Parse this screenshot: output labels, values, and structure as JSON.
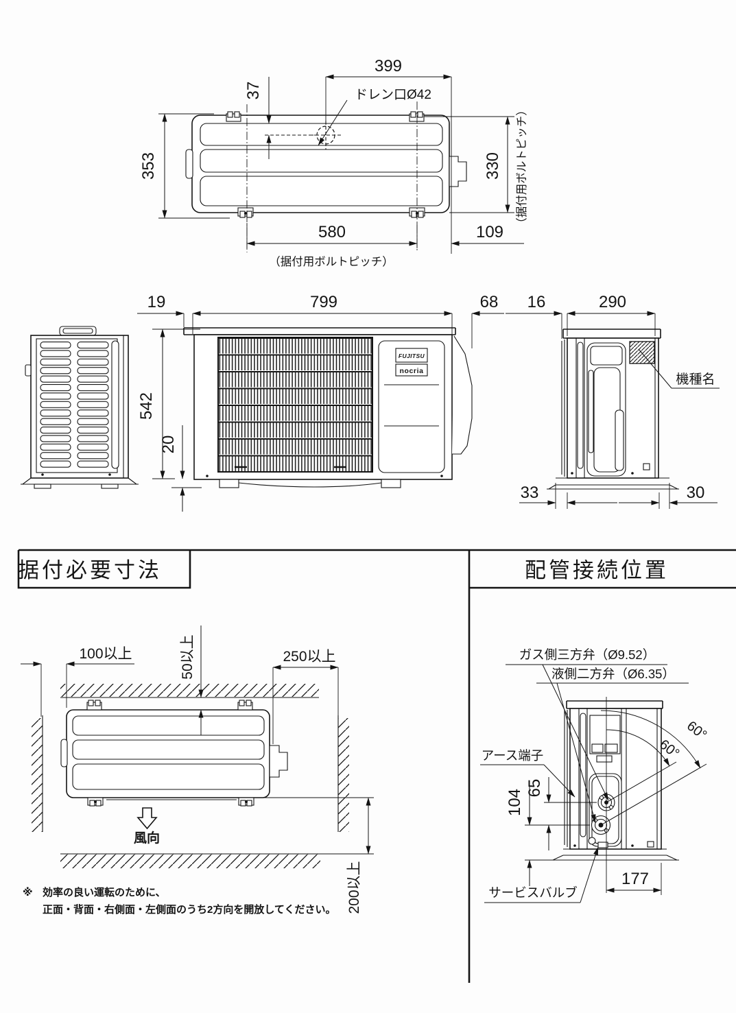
{
  "titles": {
    "installation": "据付必要寸法",
    "piping": "配管接続位置"
  },
  "top_view": {
    "w399": "399",
    "h37": "37",
    "drain": "ドレン口Ø42",
    "h353": "353",
    "h330": "330",
    "bolt_pitch_v": "（据付用ボルトピッチ）",
    "w580": "580",
    "bolt_pitch_h": "（据付用ボルトピッチ）",
    "w109": "109"
  },
  "views": {
    "w19": "19",
    "w799": "799",
    "w68": "68",
    "w16": "16",
    "w290": "290",
    "h542": "542",
    "h20": "20",
    "w33": "33",
    "w30": "30",
    "model_label": "機種名",
    "logo_top": "FUJITSU",
    "logo_bottom": "nocria"
  },
  "clearance": {
    "left": "100以上",
    "top": "50以上",
    "right": "250以上",
    "bottom": "200以上",
    "wind": "風向",
    "note_mark": "※",
    "note_line1": "効率の良い運転のために、",
    "note_line2": "正面・背面・右側面・左側面のうち2方向を開放してください。"
  },
  "piping": {
    "gas": "ガス側三方弁（Ø9.52）",
    "liquid": "液側二方弁（Ø6.35）",
    "earth": "アース端子",
    "service": "サービスバルブ",
    "v104": "104",
    "v65": "65",
    "w177": "177",
    "angle_outer": "60°",
    "angle_inner": "60°"
  }
}
